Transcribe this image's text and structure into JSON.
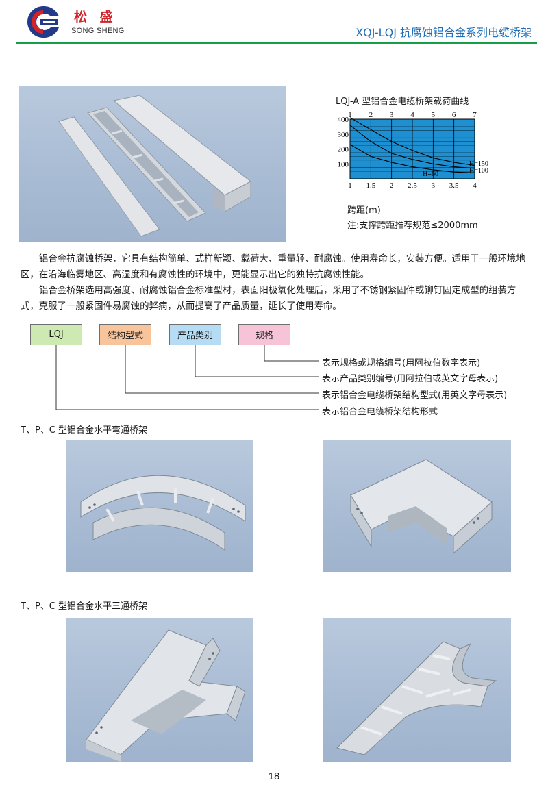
{
  "header": {
    "brand_cn": "松 盛",
    "brand_en": "SONG SHENG",
    "doc_title": "XQJ-LQJ 抗腐蚀铝合金系列电缆桥架"
  },
  "chart": {
    "title": "LQJ-A 型铝合金电缆桥架载荷曲线",
    "top_ticks": [
      "1",
      "2",
      "3",
      "4",
      "5",
      "6",
      "7"
    ],
    "y_ticks": [
      "400",
      "300",
      "200",
      "100"
    ],
    "bottom_ticks": [
      "1",
      "1.5",
      "2",
      "2.5",
      "3",
      "3.5",
      "4"
    ],
    "curve_labels": [
      "H=150",
      "H=100",
      "H=60"
    ],
    "x_label": "跨距(m)",
    "note": "注:支撑跨距推荐规范≤2000mm"
  },
  "chart_data": {
    "type": "line",
    "title": "LQJ-A 型铝合金电缆桥架载荷曲线",
    "xlabel": "跨距(m)",
    "ylabel": "",
    "xlim": [
      1,
      4
    ],
    "ylim": [
      0,
      400
    ],
    "grid": true,
    "series": [
      {
        "name": "H=150",
        "x": [
          1,
          1.5,
          2,
          2.5,
          3,
          3.5,
          4
        ],
        "values": [
          410,
          330,
          250,
          190,
          140,
          110,
          90
        ]
      },
      {
        "name": "H=100",
        "x": [
          1,
          1.5,
          2,
          2.5,
          3,
          3.5,
          4
        ],
        "values": [
          360,
          250,
          170,
          130,
          100,
          80,
          70
        ]
      },
      {
        "name": "H=60",
        "x": [
          1,
          1.5,
          2,
          2.5,
          3,
          3.5,
          4
        ],
        "values": [
          230,
          150,
          110,
          80,
          60,
          45,
          40
        ]
      }
    ]
  },
  "body": {
    "p1": "铝合金抗腐蚀桥架，它具有结构简单、式样新颖、载荷大、重量轻、耐腐蚀。使用寿命长，安装方便。适用于一般环境地区，在沿海临雾地区、高湿度和有腐蚀性的环境中，更能显示出它的独特抗腐蚀性能。",
    "p2": "铝合金桥架选用高强度、耐腐蚀铝合金标准型材，表面阳极氧化处理后，采用了不锈钢紧固件或铆钉固定成型的组装方式，克服了一般紧固件易腐蚀的弊病，从而提高了产品质量，延长了使用寿命。"
  },
  "code": {
    "boxes": [
      "LQJ",
      "结构型式",
      "产品类别",
      "规格"
    ],
    "descriptions": [
      "表示规格或规格编号(用阿拉伯数字表示)",
      "表示产品类别编号(用阿拉伯或英文字母表示)",
      "表示铝合金电缆桥架结构型式(用英文字母表示)",
      "表示铝合金电缆桥架结构形式"
    ]
  },
  "sections": {
    "bend_title": "T、P、C 型铝合金水平弯通桥架",
    "tee_title": "T、P、C 型铝合金水平三通桥架"
  },
  "page_number": "18"
}
